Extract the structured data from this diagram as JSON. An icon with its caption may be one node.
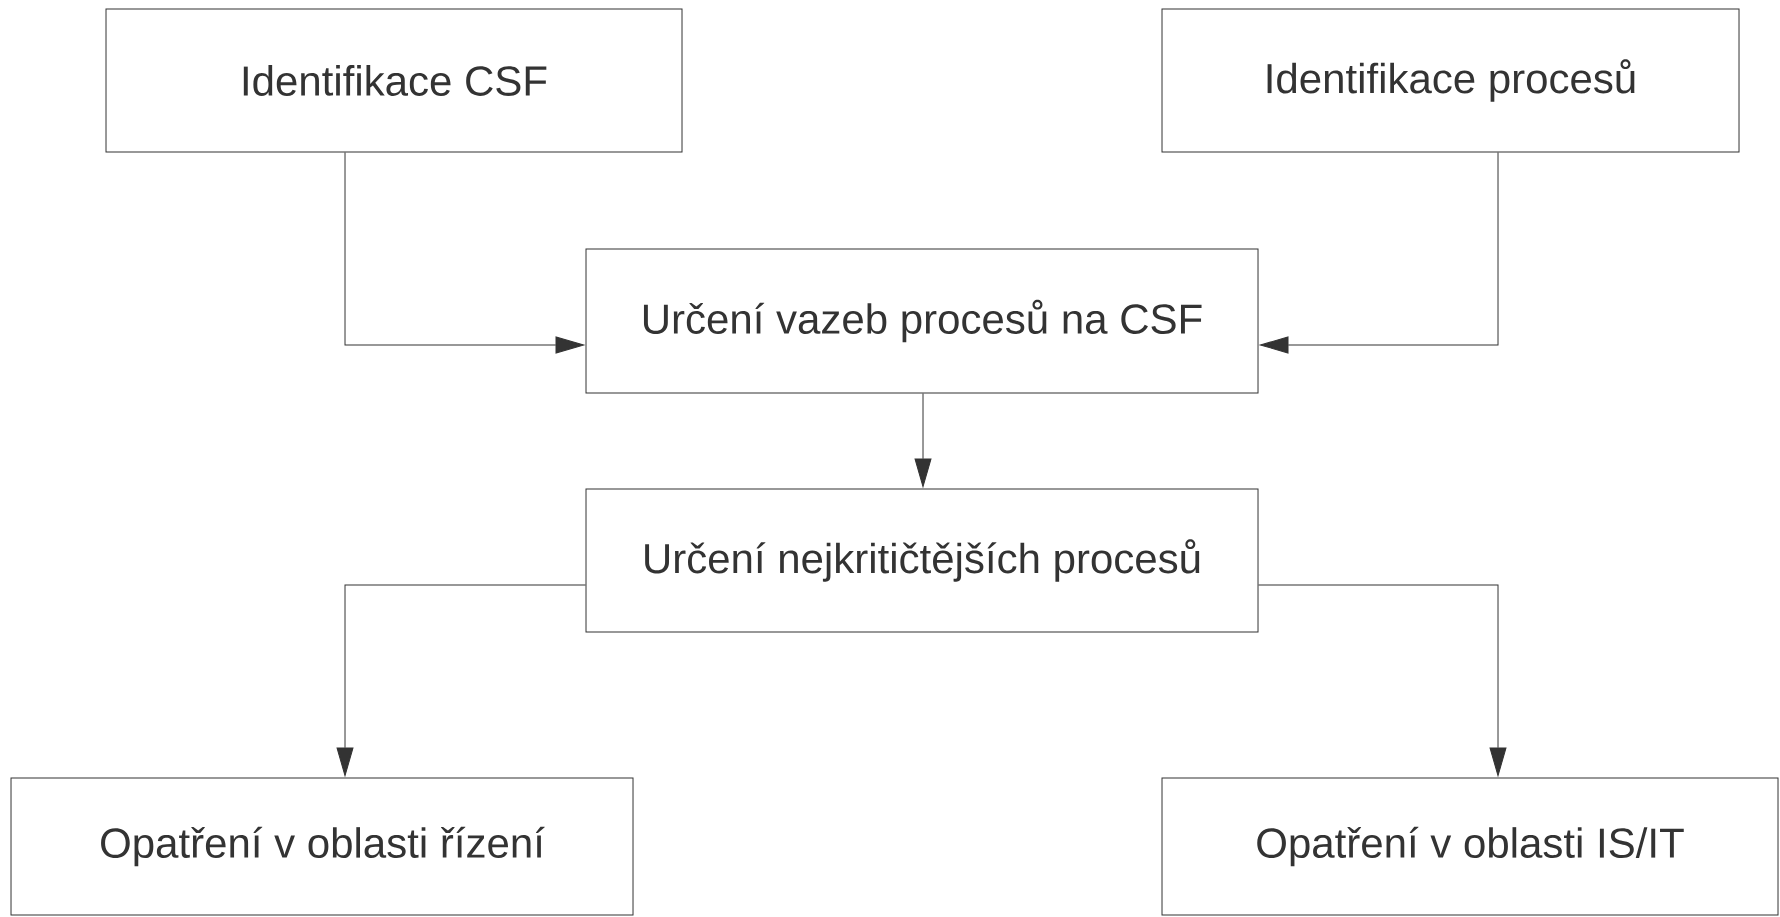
{
  "diagram": {
    "nodes": [
      {
        "text": [
          "Identifikace CSF"
        ]
      },
      {
        "text": [
          "Identifikace procesů"
        ]
      },
      {
        "text": [
          "Určení vazeb procesů na CSF"
        ]
      },
      {
        "text": [
          "Určení nejkritičtějších procesů"
        ]
      },
      {
        "text": [
          "Opatření v oblasti řízení"
        ]
      },
      {
        "text": [
          "Opatření v oblasti IS/IT"
        ]
      }
    ],
    "edges": [
      {
        "from": 0,
        "to": 2,
        "arrow": "to"
      },
      {
        "from": 1,
        "to": 2,
        "arrow": "to"
      },
      {
        "from": 2,
        "to": 3,
        "arrow": "to"
      },
      {
        "from": 3,
        "to": 4,
        "arrow": "to"
      },
      {
        "from": 3,
        "to": 5,
        "arrow": "to"
      }
    ]
  }
}
